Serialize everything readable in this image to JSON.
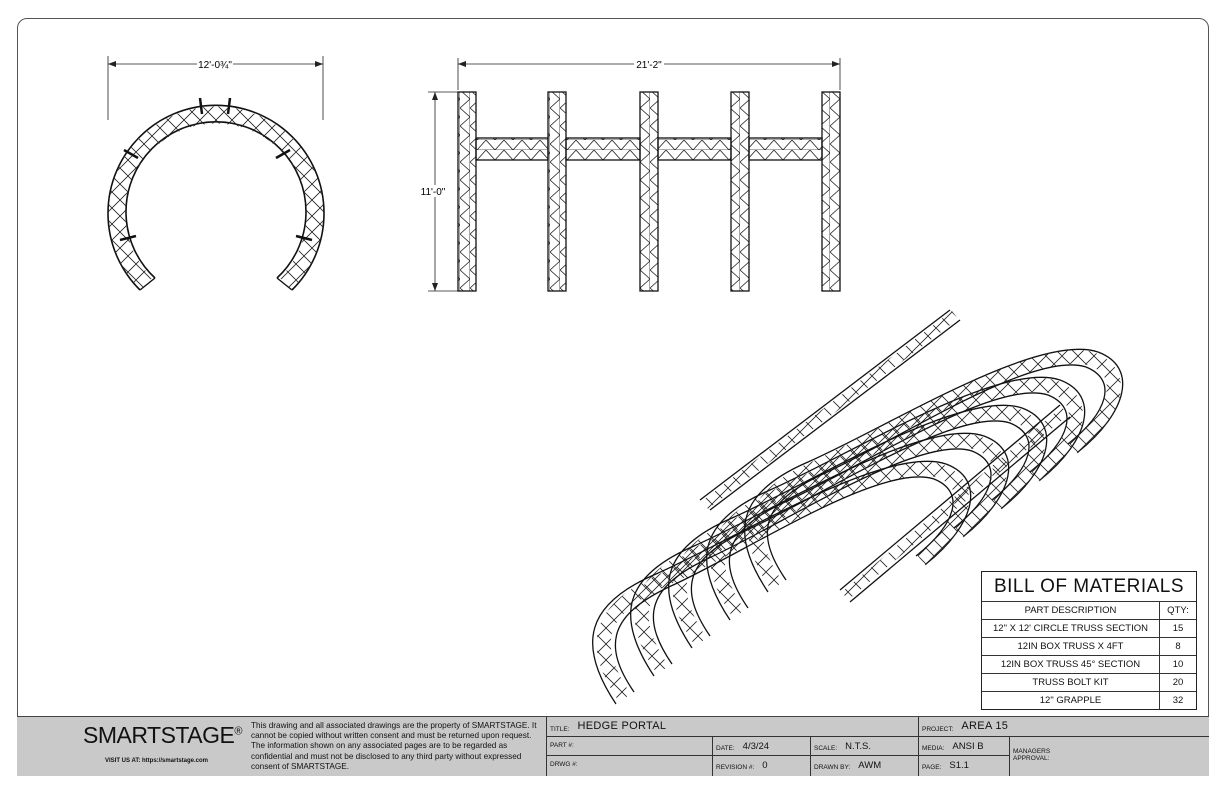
{
  "dimensions": {
    "circle_width": "12'-0¾\"",
    "total_length": "21'-2\"",
    "height": "11'-0\""
  },
  "bom": {
    "title": "BILL OF MATERIALS",
    "headers": [
      "PART DESCRIPTION",
      "QTY:"
    ],
    "rows": [
      {
        "desc": "12\" X 12' CIRCLE TRUSS SECTION",
        "qty": "15"
      },
      {
        "desc": "12IN BOX TRUSS X 4FT",
        "qty": "8"
      },
      {
        "desc": "12IN BOX TRUSS 45° SECTION",
        "qty": "10"
      },
      {
        "desc": "TRUSS BOLT KIT",
        "qty": "20"
      },
      {
        "desc": "12\" GRAPPLE",
        "qty": "32"
      }
    ]
  },
  "title_block": {
    "brand": "SMARTSTAGE",
    "trademark": "®",
    "visit": "VISIT US AT: https://smartstage.com",
    "legal": "This drawing and all associated drawings are the property of SMARTSTAGE. It cannot be copied without written consent and must be returned upon request. The information shown on any associated pages are to be regarded as confidential and must not be disclosed to any third party without expressed consent of SMARTSTAGE.",
    "title_label": "TITLE:",
    "title_value": "HEDGE PORTAL",
    "project_label": "PROJECT:",
    "project_value": "AREA 15",
    "part_label": "PART #:",
    "date_label": "DATE:",
    "date_value": "4/3/24",
    "scale_label": "SCALE:",
    "scale_value": "N.T.S.",
    "media_label": "MEDIA:",
    "media_value": "ANSI B",
    "managers_label": "MANAGERS APPROVAL:",
    "drwg_label": "DRWG #:",
    "revision_label": "REVISION #:",
    "revision_value": "0",
    "drawn_label": "DRAWN BY:",
    "drawn_value": "AWM",
    "page_label": "PAGE:",
    "page_value": "S1.1"
  },
  "logo_colors": {
    "red": "#e32626",
    "blue": "#2b4ad6",
    "yellow": "#f5d31c",
    "green": "#2aa84a"
  }
}
